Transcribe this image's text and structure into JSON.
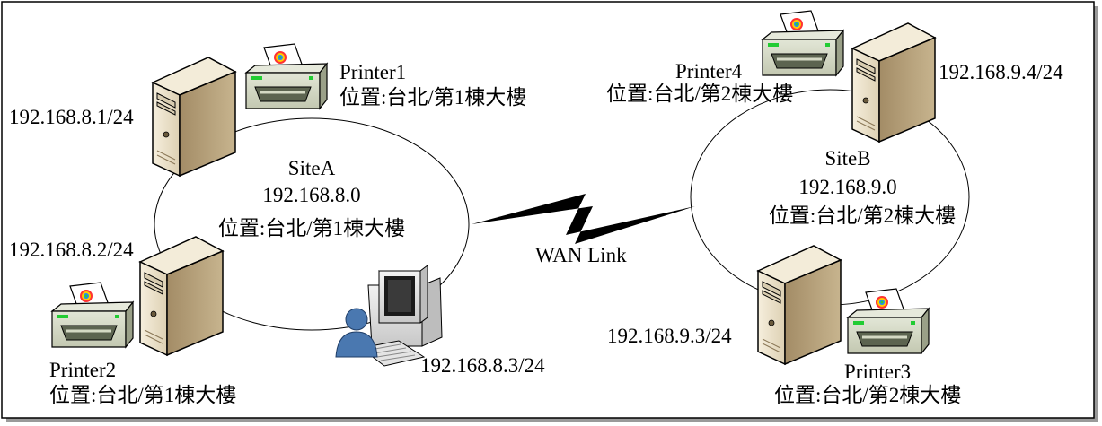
{
  "sites": {
    "a": {
      "name": "SiteA",
      "network": "192.168.8.0",
      "location": "位置:台北/第1棟大樓"
    },
    "b": {
      "name": "SiteB",
      "network": "192.168.9.0",
      "location": "位置:台北/第2棟大樓"
    }
  },
  "wan": {
    "label": "WAN Link"
  },
  "servers": {
    "s1": {
      "ip": "192.168.8.1/24"
    },
    "s2": {
      "ip": "192.168.8.2/24"
    },
    "s3": {
      "ip": "192.168.9.3/24"
    },
    "s4": {
      "ip": "192.168.9.4/24"
    }
  },
  "workstation": {
    "ip": "192.168.8.3/24"
  },
  "printers": {
    "p1": {
      "name": "Printer1",
      "location": "位置:台北/第1棟大樓"
    },
    "p2": {
      "name": "Printer2",
      "location": "位置:台北/第1棟大樓"
    },
    "p3": {
      "name": "Printer3",
      "location": "位置:台北/第2棟大樓"
    },
    "p4": {
      "name": "Printer4",
      "location": "位置:台北/第2棟大樓"
    }
  },
  "colors": {
    "server_body": "#ece2cc",
    "server_side": "#b09a73",
    "server_top": "#f4eddc",
    "printer_body": "#d4d9c4",
    "printer_dark": "#5c6450",
    "printer_led": "#22cc33",
    "user_blue": "#4a78b0",
    "wan_bolt": "#000000"
  },
  "icons": {
    "server": "server-tower-icon",
    "printer": "printer-icon",
    "workstation": "workstation-computer-icon",
    "user": "user-icon",
    "wan": "lightning-bolt-icon"
  }
}
